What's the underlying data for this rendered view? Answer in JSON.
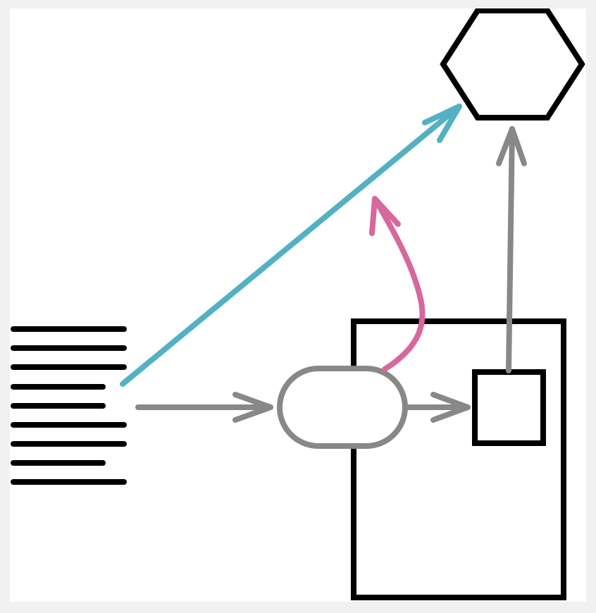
{
  "colors": {
    "frame_background": "#f1f1f1",
    "canvas_background": "#ffffff",
    "outline": "#000000",
    "flow_gray": "#888888",
    "direct_link_teal": "#52b1c3",
    "feedback_pink": "#d7679c"
  },
  "icons": {
    "text_lines": "document-lines-icon",
    "hexagon": "hexagon-shape",
    "container": "rectangle-container",
    "process": "rounded-oval-node",
    "output": "square-node"
  }
}
